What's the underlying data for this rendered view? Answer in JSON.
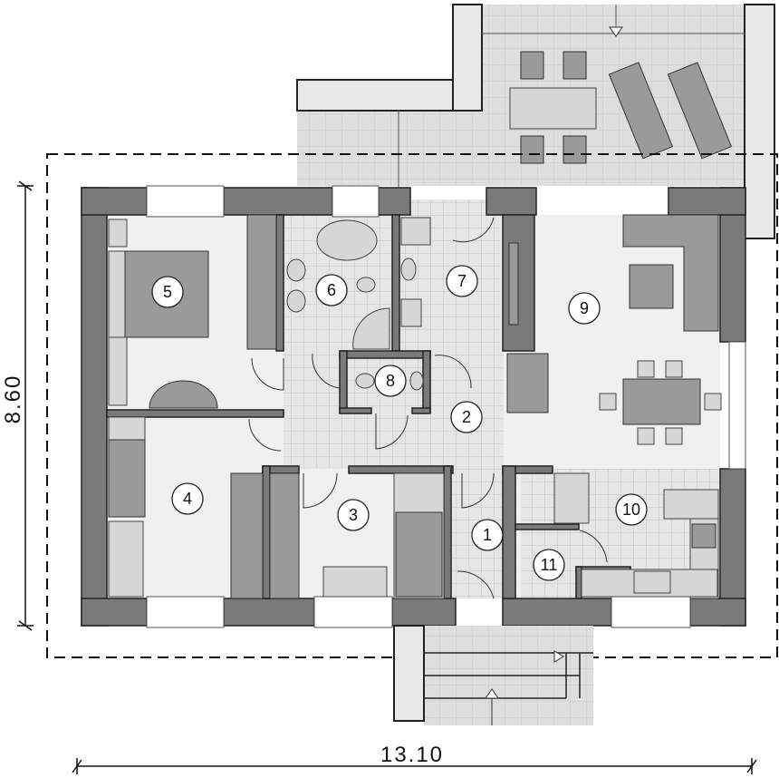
{
  "plan": {
    "rooms": [
      {
        "number": "1"
      },
      {
        "number": "2"
      },
      {
        "number": "3"
      },
      {
        "number": "4"
      },
      {
        "number": "5"
      },
      {
        "number": "6"
      },
      {
        "number": "7"
      },
      {
        "number": "8"
      },
      {
        "number": "9"
      },
      {
        "number": "10"
      },
      {
        "number": "11"
      }
    ],
    "dimensions": {
      "width": "13.10",
      "height": "8.60"
    }
  }
}
